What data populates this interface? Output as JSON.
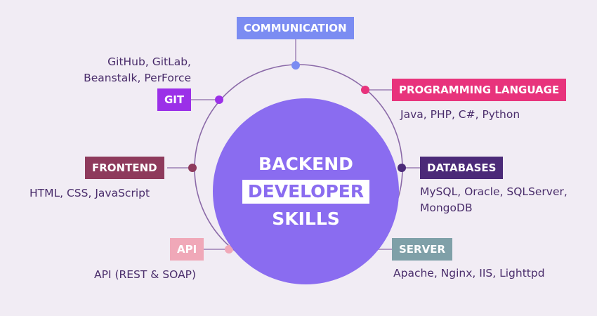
{
  "center": {
    "line1": "BACKEND",
    "line2": "DEVELOPER",
    "line3": "SKILLS"
  },
  "colors": {
    "background": "#f1ecf4",
    "ring": "#8b6aa8",
    "center": "#8a6cf0",
    "communication": "#7b8cf2",
    "git": "#9b30e8",
    "programming": "#e8337c",
    "frontend": "#8e3a5c",
    "databases": "#4b2a78",
    "api": "#f0a8b8",
    "server": "#7fa0a8"
  },
  "nodes": [
    {
      "id": "communication",
      "label": "COMMUNICATION",
      "desc": []
    },
    {
      "id": "git",
      "label": "GIT",
      "desc": [
        "GitHub, GitLab,",
        "Beanstalk, PerForce"
      ]
    },
    {
      "id": "programming",
      "label": "PROGRAMMING LANGUAGE",
      "desc": [
        "Java, PHP, C#, Python"
      ]
    },
    {
      "id": "frontend",
      "label": "FRONTEND",
      "desc": [
        "HTML, CSS, JavaScript"
      ]
    },
    {
      "id": "databases",
      "label": "DATABASES",
      "desc": [
        "MySQL, Oracle, SQLServer,",
        "MongoDB"
      ]
    },
    {
      "id": "api",
      "label": "API",
      "desc": [
        "API (REST & SOAP)"
      ]
    },
    {
      "id": "server",
      "label": "SERVER",
      "desc": [
        "Apache, Nginx, IIS, Lighttpd"
      ]
    }
  ]
}
